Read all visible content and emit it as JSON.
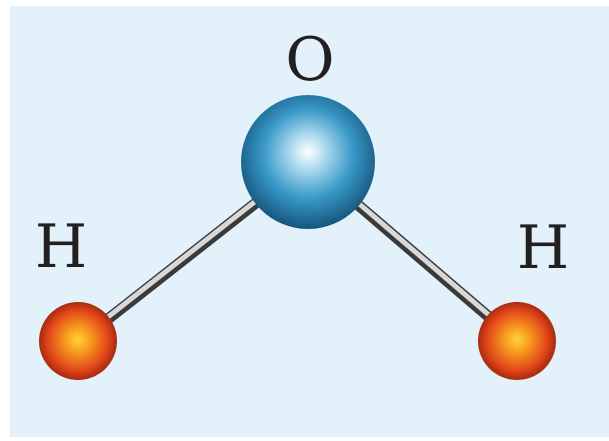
{
  "molecule": {
    "atoms": [
      {
        "symbol": "O",
        "color": "#1f7fb5"
      },
      {
        "symbol": "H",
        "color": "#e2461a"
      },
      {
        "symbol": "H",
        "color": "#e2461a"
      }
    ],
    "bond_color": "#8a8a8a"
  }
}
